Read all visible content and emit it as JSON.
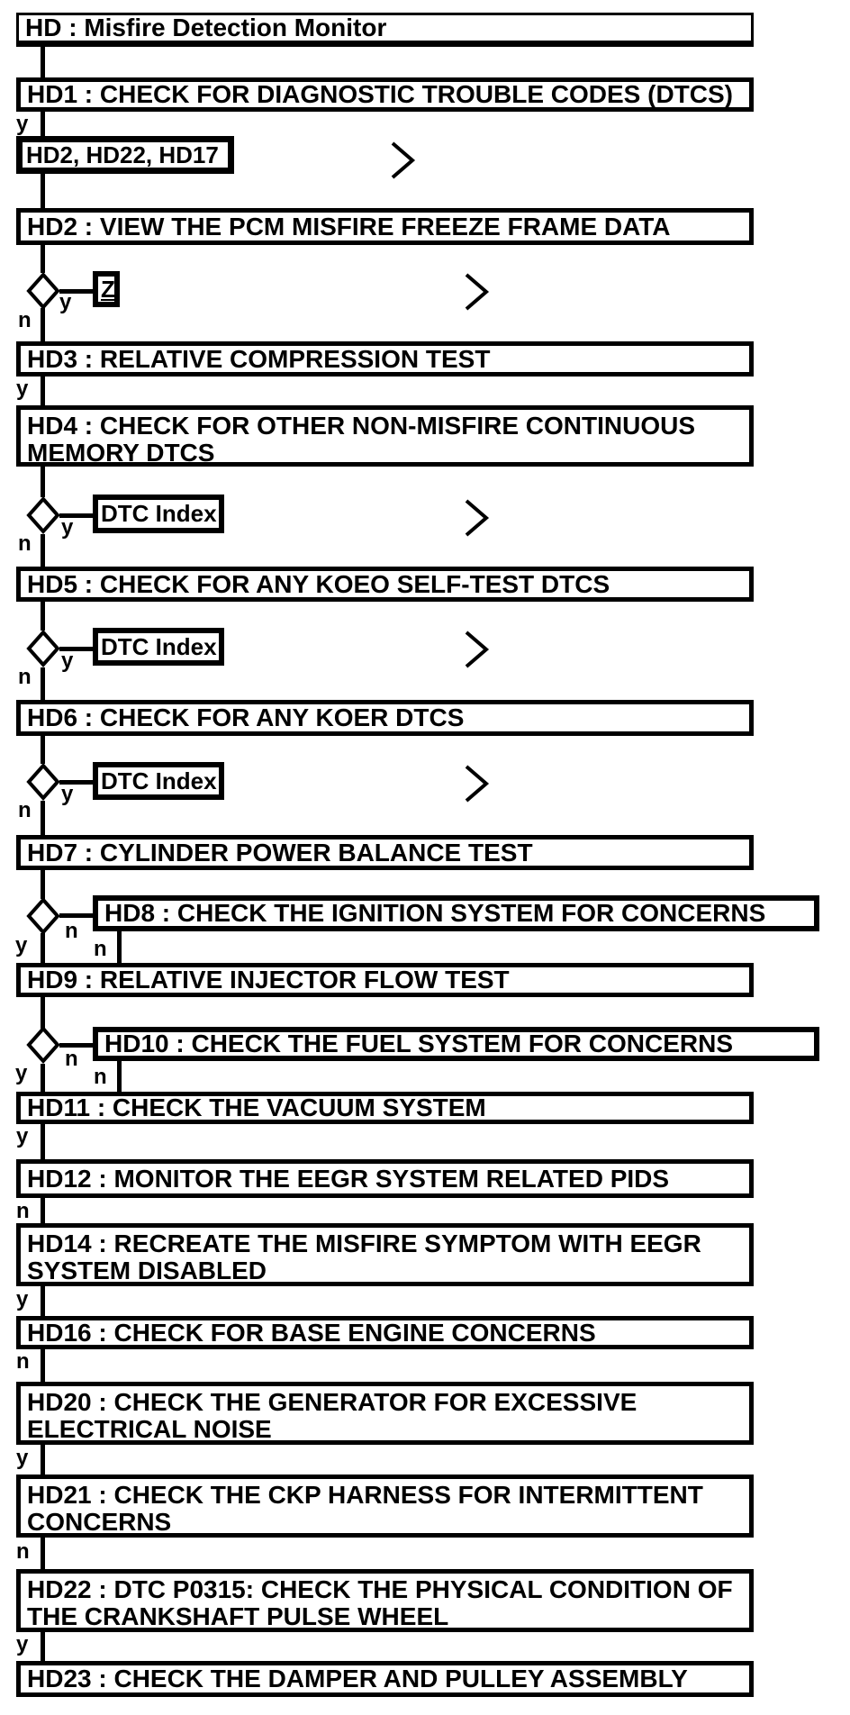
{
  "diagram": {
    "title": "HD : Misfire Detection Monitor",
    "steps": {
      "hd1": "HD1 : CHECK FOR DIAGNOSTIC TROUBLE CODES (DTCS)",
      "hd2": "HD2 : VIEW THE PCM MISFIRE FREEZE FRAME DATA",
      "hd3": "HD3 : RELATIVE COMPRESSION TEST",
      "hd4": "HD4 : CHECK FOR OTHER NON-MISFIRE CONTINUOUS MEMORY DTCS",
      "hd5": "HD5 : CHECK FOR ANY KOEO SELF-TEST DTCS",
      "hd6": "HD6 : CHECK FOR ANY KOER DTCS",
      "hd7": "HD7 : CYLINDER POWER BALANCE TEST",
      "hd8": "HD8 : CHECK THE IGNITION SYSTEM FOR CONCERNS",
      "hd9": "HD9 : RELATIVE INJECTOR FLOW TEST",
      "hd10": "HD10 : CHECK THE FUEL SYSTEM FOR CONCERNS",
      "hd11": "HD11 : CHECK THE VACUUM SYSTEM",
      "hd12": "HD12 : MONITOR THE EEGR SYSTEM RELATED PIDS",
      "hd14": "HD14 : RECREATE THE MISFIRE SYMPTOM WITH EEGR SYSTEM DISABLED",
      "hd16": "HD16 : CHECK FOR BASE ENGINE CONCERNS",
      "hd20": "HD20 : CHECK THE GENERATOR FOR EXCESSIVE ELECTRICAL NOISE",
      "hd21": "HD21 : CHECK THE CKP HARNESS FOR INTERMITTENT CONCERNS",
      "hd22": "HD22 : DTC P0315: CHECK THE PHYSICAL CONDITION OF THE CRANKSHAFT PULSE WHEEL",
      "hd23": "HD23 : CHECK THE DAMPER AND PULLEY ASSEMBLY"
    },
    "references": {
      "goto_list": "HD2, HD22, HD17",
      "z": "Z",
      "dtc_index": "DTC Index"
    },
    "branch": {
      "yes": "y",
      "no": "n"
    },
    "colors": {
      "ink": "#000000",
      "paper": "#ffffff"
    }
  }
}
